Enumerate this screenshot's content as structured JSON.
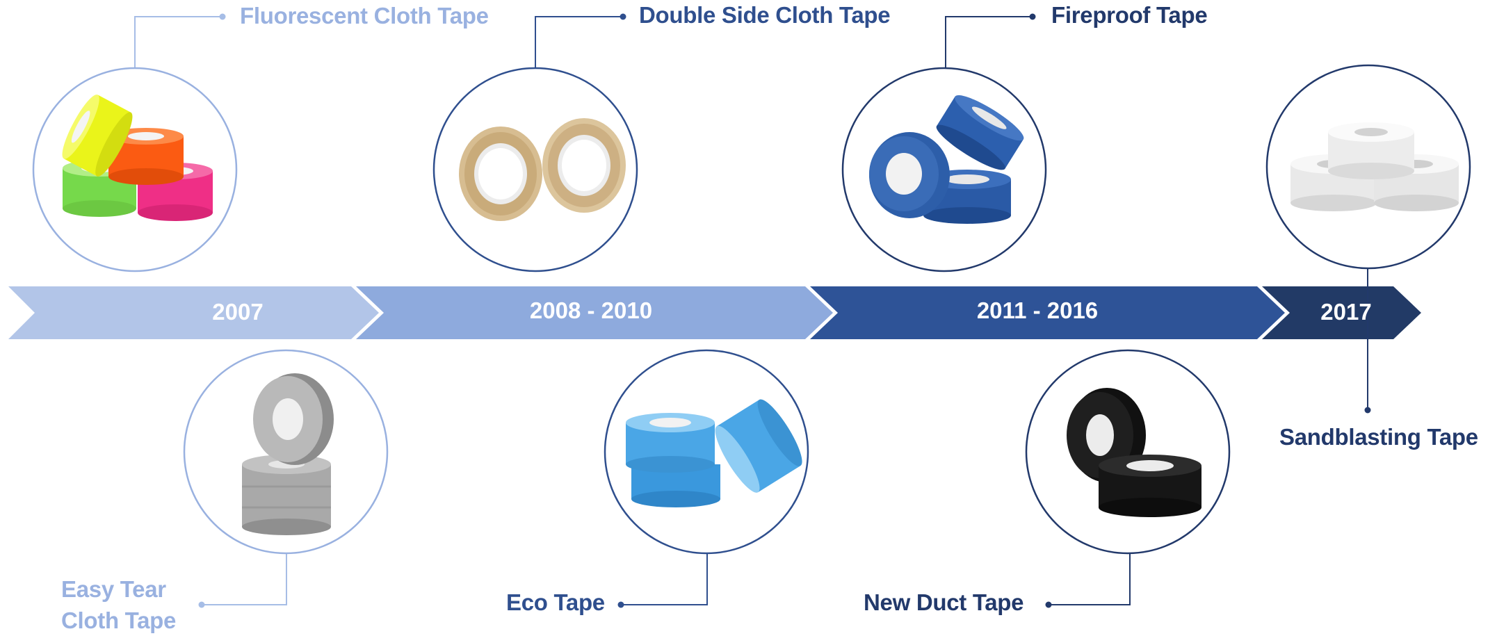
{
  "timeline": {
    "periods": [
      {
        "label": "2007",
        "color": "#b2c5e8"
      },
      {
        "label": "2008 - 2010",
        "color": "#8eaadd"
      },
      {
        "label": "2011 - 2016",
        "color": "#2e5397"
      },
      {
        "label": "2017",
        "color": "#223a66"
      }
    ]
  },
  "products": [
    {
      "name": "Fluorescent Cloth Tape",
      "color": "#99b1e0"
    },
    {
      "name": "Double Side Cloth Tape",
      "color": "#2f4f8e"
    },
    {
      "name": "Fireproof Tape",
      "color": "#22396b"
    },
    {
      "name": "Sandblasting Tape",
      "color": "#22396b"
    },
    {
      "name": "Easy Tear Cloth Tape",
      "color": "#99b1e0"
    },
    {
      "name": "Eco Tape",
      "color": "#2f4f8e"
    },
    {
      "name": "New Duct Tape",
      "color": "#22396b"
    }
  ]
}
